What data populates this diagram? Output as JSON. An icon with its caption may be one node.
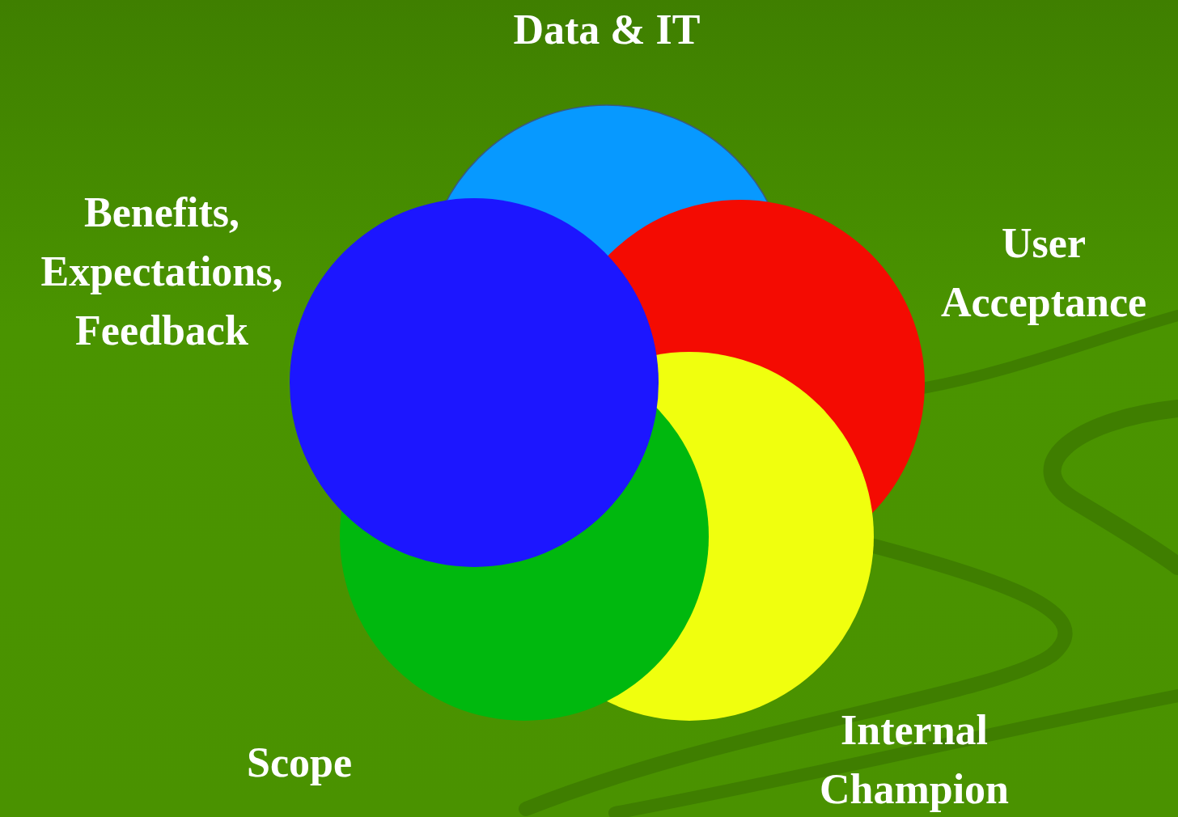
{
  "diagram": {
    "nodes": [
      {
        "text": [
          "Data & IT"
        ]
      },
      {
        "text": [
          "Benefits, Expectations, Feedback"
        ]
      },
      {
        "text": [
          "User Acceptance"
        ]
      },
      {
        "text": [
          "Internal Champion"
        ]
      },
      {
        "text": [
          "Scope"
        ]
      }
    ]
  }
}
